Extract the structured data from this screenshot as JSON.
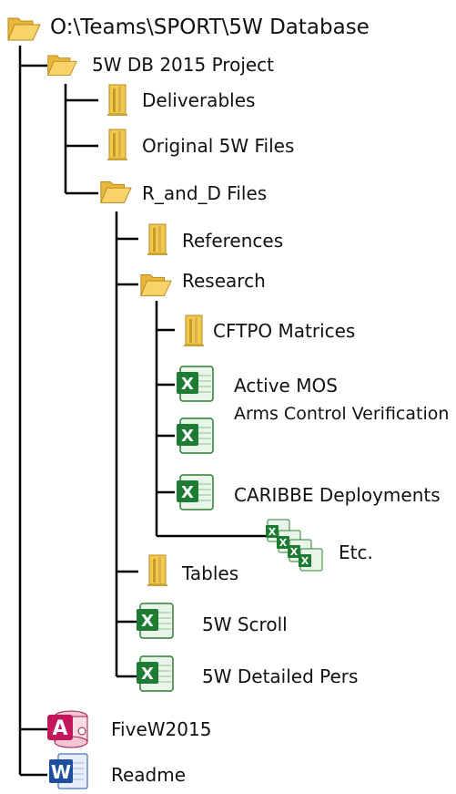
{
  "root": {
    "label": "O:\\Teams\\SPORT\\5W Database",
    "icon": "folder-open-icon"
  },
  "project": {
    "label": "5W DB 2015 Project",
    "icon": "folder-open-icon"
  },
  "project_children": {
    "deliverables": {
      "label": "Deliverables",
      "icon": "folder-icon"
    },
    "original_files": {
      "label": "Original 5W Files",
      "icon": "folder-icon"
    },
    "rnd": {
      "label": "R_and_D Files",
      "icon": "folder-open-icon"
    }
  },
  "rnd_children": {
    "references": {
      "label": "References",
      "icon": "folder-icon"
    },
    "research": {
      "label": "Research",
      "icon": "folder-open-icon"
    },
    "tables": {
      "label": "Tables",
      "icon": "folder-icon"
    },
    "scroll": {
      "label": "5W Scroll",
      "icon": "excel-icon"
    },
    "detailed": {
      "label": "5W Detailed Pers",
      "icon": "excel-icon"
    }
  },
  "research_children": {
    "cftpo": {
      "label": "CFTPO Matrices",
      "icon": "folder-icon"
    },
    "active_mos": {
      "label": "Active MOS",
      "icon": "excel-icon"
    },
    "arms": {
      "label": "Arms Control Verification",
      "icon": "excel-icon"
    },
    "caribbe": {
      "label": "CARIBBE Deployments",
      "icon": "excel-icon"
    },
    "etc": {
      "label": "Etc.",
      "icon": "excel-stack-icon"
    }
  },
  "root_files": {
    "access": {
      "label": "FiveW2015",
      "icon": "access-icon"
    },
    "word": {
      "label": "Readme",
      "icon": "word-icon"
    }
  },
  "colors": {
    "folder": "#f2c94c",
    "excel": "#1e7b34",
    "access": "#c2185b",
    "word": "#1f4e9c",
    "lines": "#000000"
  }
}
